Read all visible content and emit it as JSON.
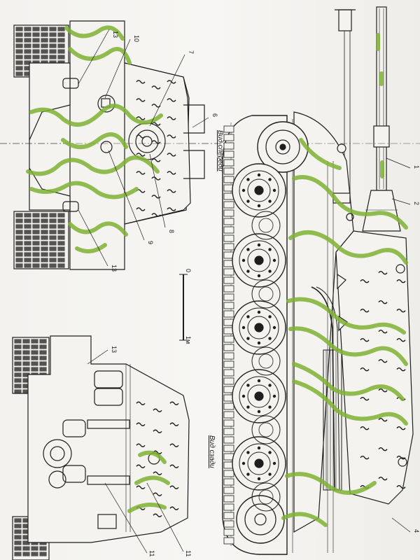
{
  "views": {
    "front_title": "Вид спереди",
    "rear_title": "Вид сзади"
  },
  "scale": {
    "start": "0",
    "end": "1м"
  },
  "callouts": {
    "c1": "1",
    "c2": "2",
    "c4": "4",
    "c6": "6",
    "c7": "7",
    "c8": "8",
    "c9": "9",
    "c10": "10",
    "c11a": "11",
    "c11b": "11",
    "c13a": "13",
    "c13b": "13",
    "c13c": "13"
  },
  "colors": {
    "paper": "#f4f3f0",
    "ink": "#1e1e1e",
    "camo": "#7fb234"
  }
}
